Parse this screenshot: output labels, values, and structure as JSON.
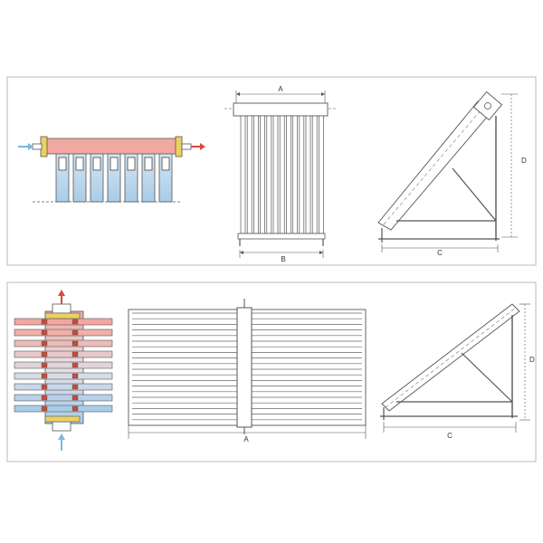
{
  "panels": {
    "top": {
      "front_width_label": "A",
      "front_bottom_label": "B",
      "side_height_label": "D",
      "side_base_label": "C"
    },
    "bottom": {
      "front_width_label": "A",
      "side_height_label": "D",
      "side_base_label": "C"
    }
  },
  "colors": {
    "hot": "#f0a8a0",
    "cold": "#a8cce8",
    "inlet_arrow": "#7ab8e0",
    "outlet_arrow": "#d84a3a",
    "manifold_end": "#ecd060",
    "frame": "#555555",
    "panel_border": "#bbbbbb"
  },
  "icons": {
    "inlet": "arrow-right-icon",
    "outlet": "arrow-up-icon"
  }
}
